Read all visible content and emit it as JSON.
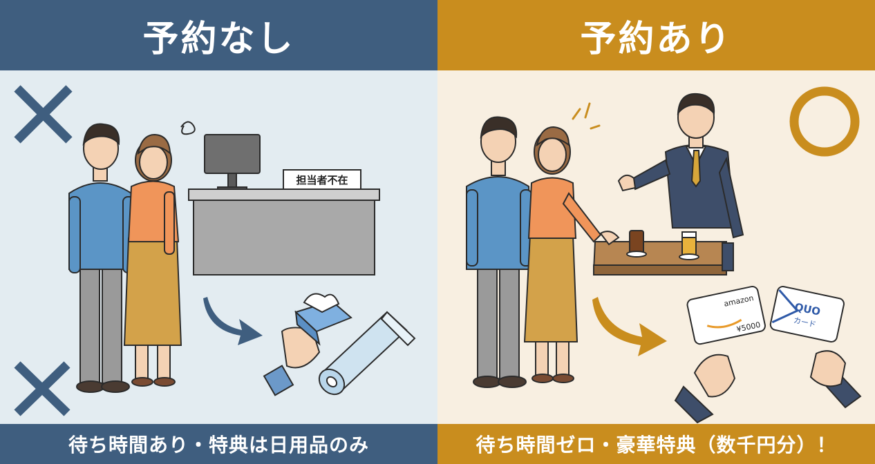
{
  "left": {
    "title": "予約なし",
    "caption": "待ち時間あり・特典は日用品のみ",
    "mark": "cross-mark",
    "counter_sign": "担当者不在",
    "colors": {
      "header": "#3f5e7f",
      "background": "#e3ecf1"
    }
  },
  "right": {
    "title": "予約あり",
    "caption": "待ち時間ゼロ・豪華特典（数千円分）！",
    "mark": "circle-mark",
    "card1": {
      "brand": "amazon",
      "amount": "¥5000"
    },
    "card2": {
      "brand": "QUO",
      "sub": "カード"
    },
    "colors": {
      "header": "#c98d1e",
      "background": "#f8efe1"
    }
  }
}
